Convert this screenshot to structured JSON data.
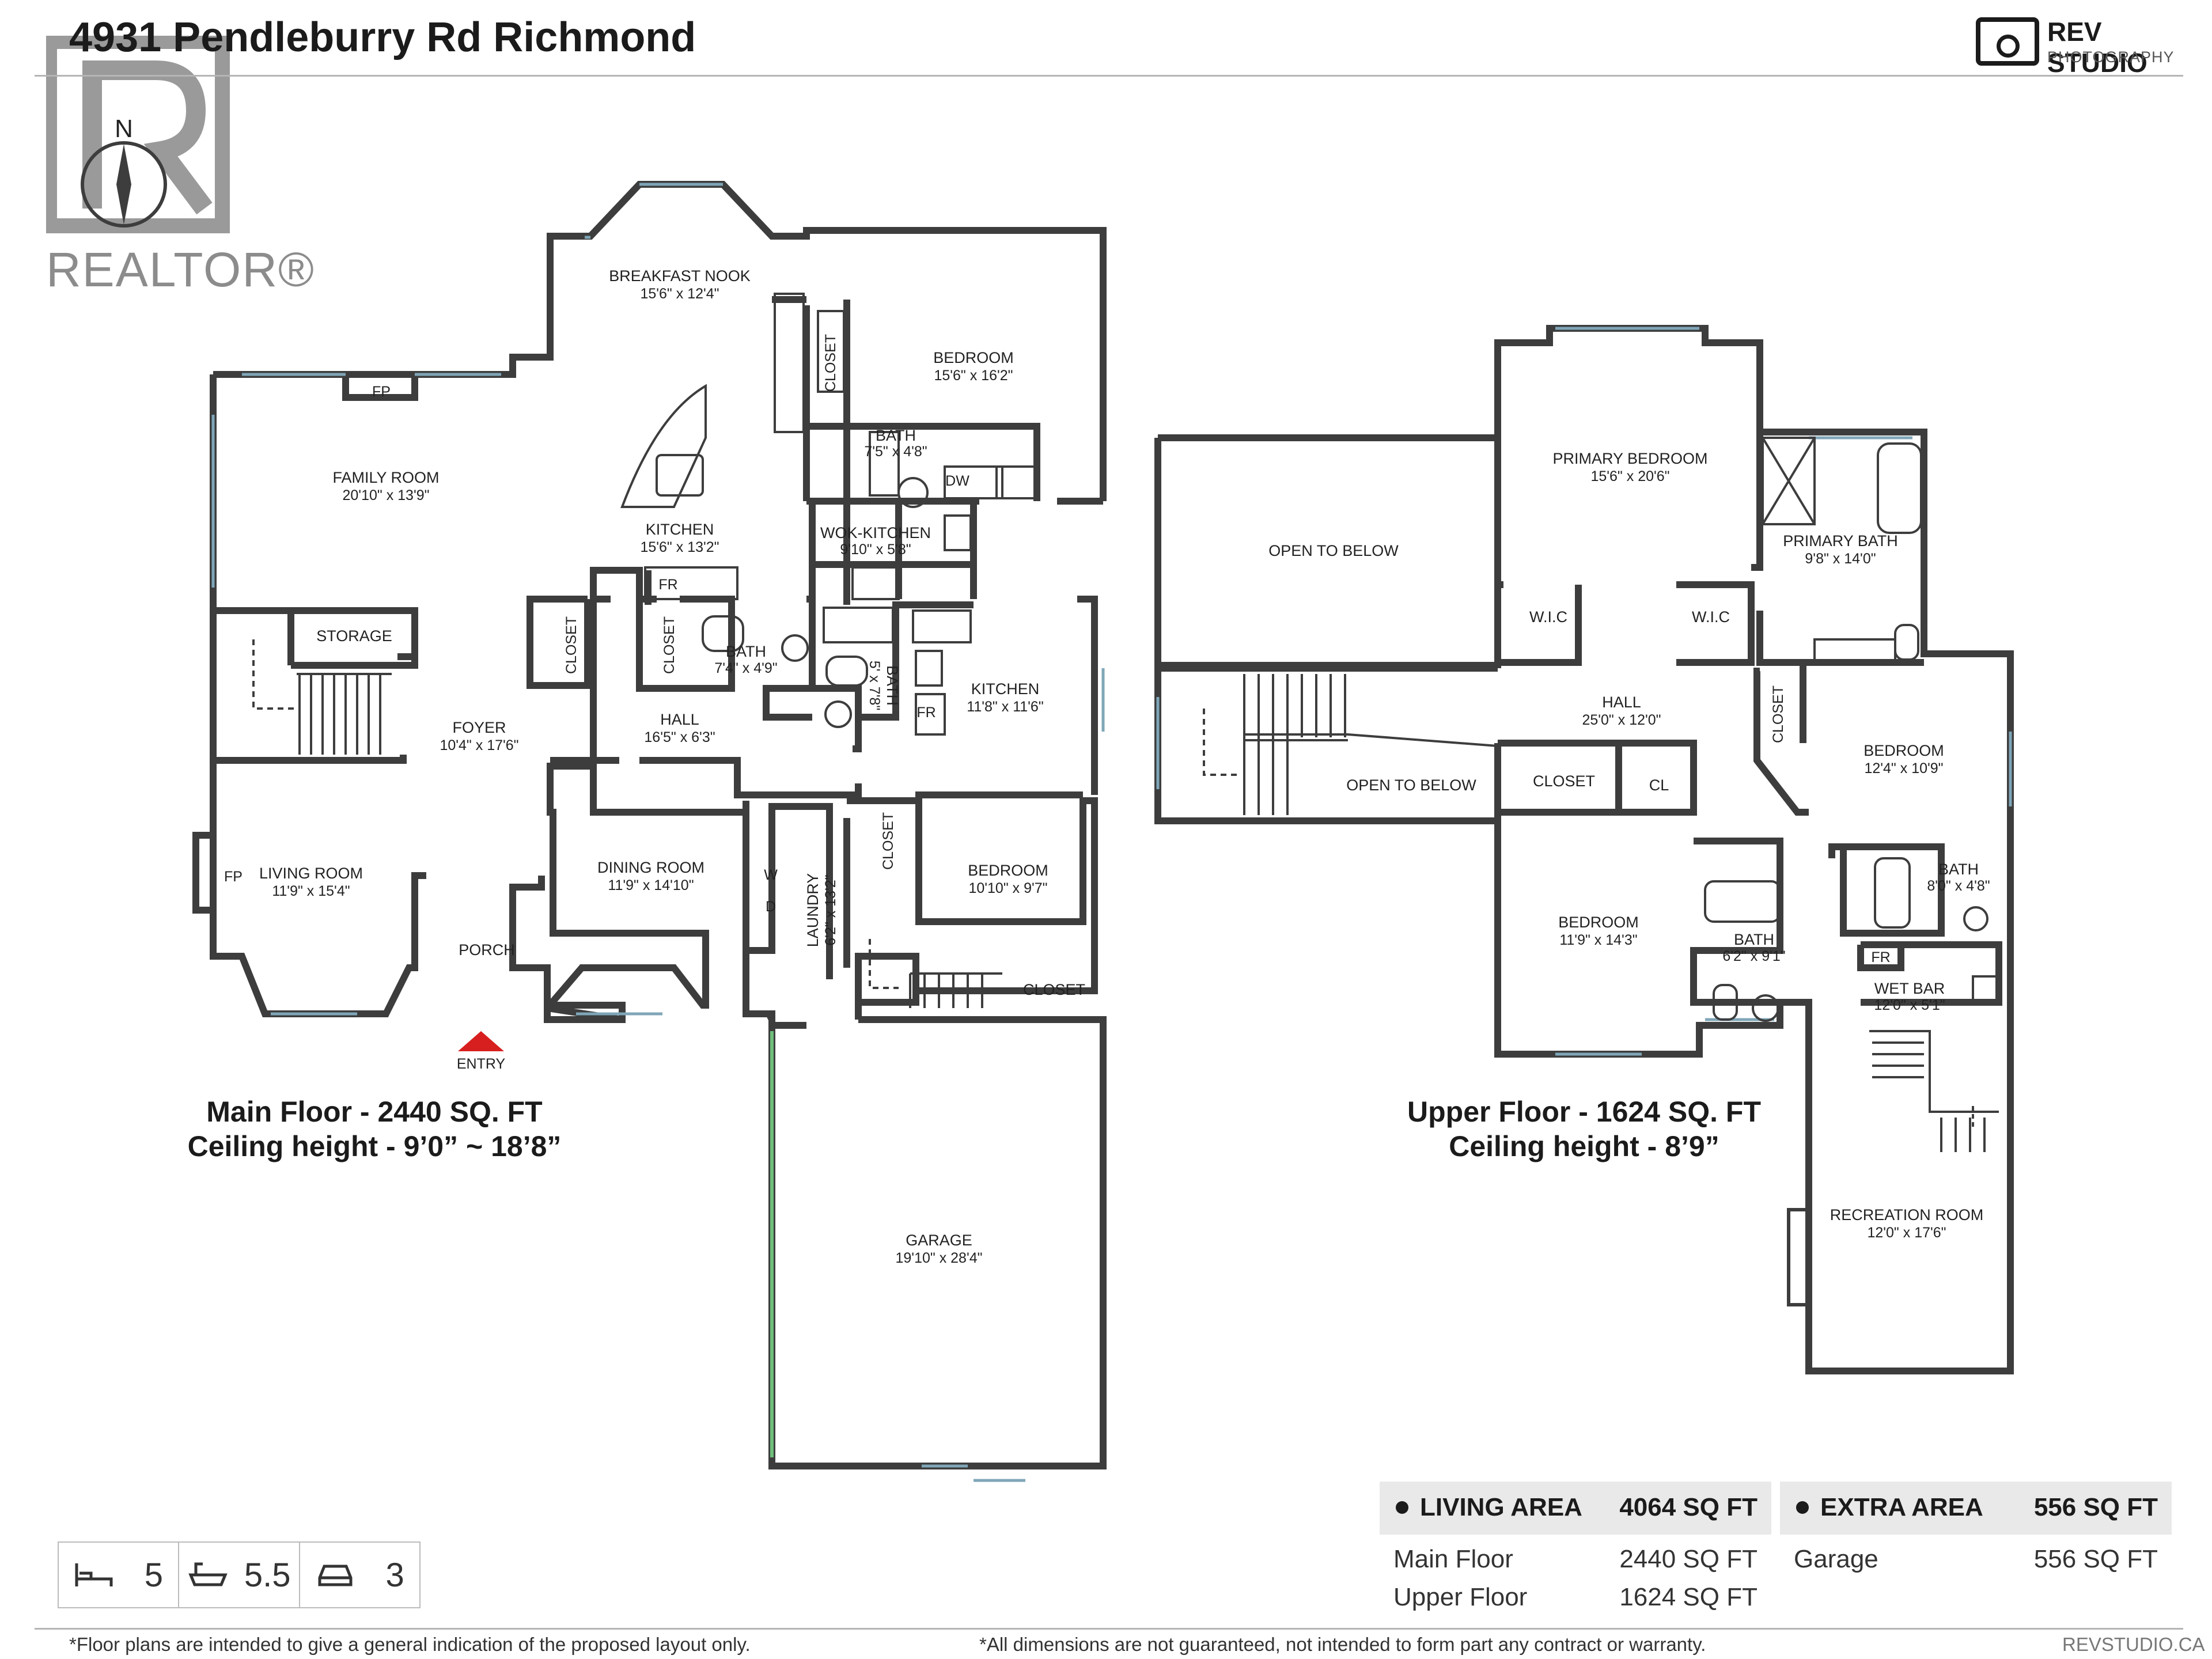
{
  "header": {
    "title": "4931 Pendleburry Rd Richmond",
    "brand_main": "REV STUDIO",
    "brand_sub": "PHOTOGRAPHY",
    "realtor_word": "REALTOR®"
  },
  "compass": {
    "label": "N"
  },
  "main_floor": {
    "caption_line1": "Main Floor - 2440 SQ. FT",
    "caption_line2": "Ceiling height - 9’0” ~ 18’8”",
    "entry_label": "ENTRY",
    "rooms": {
      "breakfast": {
        "name": "BREAKFAST NOOK",
        "dim": "15'6\" x 12'4\""
      },
      "bedroom1": {
        "name": "BEDROOM",
        "dim": "15'6\" x 16'2\""
      },
      "family": {
        "name": "FAMILY ROOM",
        "dim": "20'10\" x 13'9\""
      },
      "kitchen": {
        "name": "KITCHEN",
        "dim": "15'6\" x 13'2\""
      },
      "wok": {
        "name": "WOK-KITCHEN",
        "dim": "9'10\" x 5'8\""
      },
      "bath1": {
        "name": "BATH",
        "dim": "7'5\" x 4'8\""
      },
      "bath2": {
        "name": "BATH",
        "dim": "7'4\" x 4'9\""
      },
      "bath3": {
        "name": "BATH",
        "dim": "5' x 7'8\""
      },
      "kitchen2": {
        "name": "KITCHEN",
        "dim": "11'8\" x 11'6\""
      },
      "foyer": {
        "name": "FOYER",
        "dim": "10'4\" x 17'6\""
      },
      "hall": {
        "name": "HALL",
        "dim": "16'5\" x 6'3\""
      },
      "storage": {
        "name": "STORAGE",
        "dim": ""
      },
      "living": {
        "name": "LIVING ROOM",
        "dim": "11'9\" x 15'4\""
      },
      "dining": {
        "name": "DINING ROOM",
        "dim": "11'9\" x 14'10\""
      },
      "porch": {
        "name": "PORCH",
        "dim": ""
      },
      "laundry": {
        "name": "LAUNDRY",
        "dim": "6'2\" x 13'2\""
      },
      "bedroom2": {
        "name": "BEDROOM",
        "dim": "10'10\" x 9'7\""
      },
      "closet_mf": {
        "name": "CLOSET",
        "dim": ""
      },
      "garage": {
        "name": "GARAGE",
        "dim": "19'10\" x 28'4\""
      }
    },
    "marks": {
      "fp": "FP",
      "fr": "FR",
      "dw": "DW",
      "closet": "CLOSET",
      "washer": "W",
      "dryer": "D"
    }
  },
  "upper_floor": {
    "caption_line1": "Upper Floor - 1624 SQ. FT",
    "caption_line2": "Ceiling height - 8’9”",
    "rooms": {
      "open1": {
        "name": "OPEN TO BELOW",
        "dim": ""
      },
      "open2": {
        "name": "OPEN TO BELOW",
        "dim": ""
      },
      "primary": {
        "name": "PRIMARY BEDROOM",
        "dim": "15'6\" x 20'6\""
      },
      "pbath": {
        "name": "PRIMARY BATH",
        "dim": "9'8\" x 14'0\""
      },
      "wic1": {
        "name": "W.I.C",
        "dim": ""
      },
      "wic2": {
        "name": "W.I.C",
        "dim": ""
      },
      "hall": {
        "name": "HALL",
        "dim": "25'0\" x 12'0\""
      },
      "closet": {
        "name": "CLOSET",
        "dim": ""
      },
      "cl": {
        "name": "CL",
        "dim": ""
      },
      "bedroom_a": {
        "name": "BEDROOM",
        "dim": "12'4\" x 10'9\""
      },
      "bath_a": {
        "name": "BATH",
        "dim": "8'0\" x 4'8\""
      },
      "bedroom_b": {
        "name": "BEDROOM",
        "dim": "11'9\" x 14'3\""
      },
      "bath_b": {
        "name": "BATH",
        "dim": "6'2\" x 9'1\""
      },
      "wetbar": {
        "name": "WET BAR",
        "dim": "12'0\" x 5'1\""
      },
      "rec": {
        "name": "RECREATION ROOM",
        "dim": "12'0\" x 17'6\""
      }
    },
    "marks": {
      "closet": "CLOSET",
      "fr": "FR"
    }
  },
  "stats": {
    "beds": "5",
    "baths": "5.5",
    "garage": "3"
  },
  "living_area": {
    "header": "LIVING AREA",
    "total": "4064 SQ FT",
    "rows": [
      {
        "label": "Main Floor",
        "value": "2440 SQ FT"
      },
      {
        "label": "Upper Floor",
        "value": "1624 SQ FT"
      }
    ]
  },
  "extra_area": {
    "header": "EXTRA AREA",
    "total": "556 SQ FT",
    "rows": [
      {
        "label": "Garage",
        "value": "556 SQ FT"
      }
    ]
  },
  "footer": {
    "note_left": "*Floor plans are intended to give a general indication of the proposed layout only.",
    "note_right": "*All dimensions are not guaranteed, not intended to form part any contract or warranty.",
    "site": "REVSTUDIO.CA"
  }
}
